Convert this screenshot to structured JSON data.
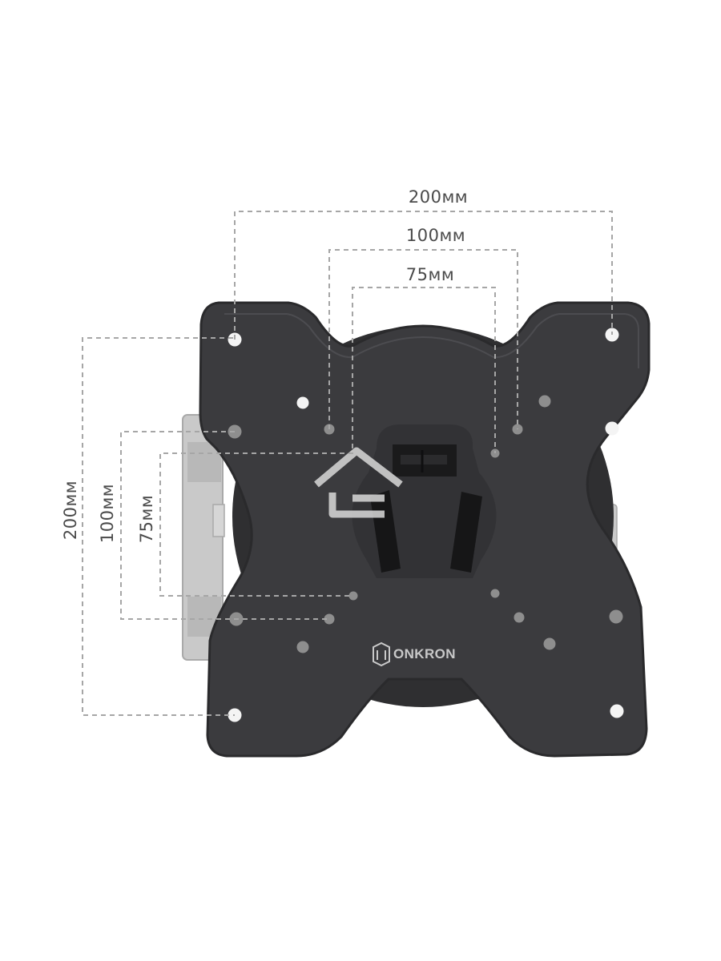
{
  "product": {
    "brand": "ONKRON",
    "plate_color": "#3b3b3e",
    "arm_color": "#c8c8c8",
    "hole_light_color": "#f4f4f4",
    "hole_dark_color": "#8e8e8e",
    "dim_line_color": "#a6a6a6"
  },
  "dimensions": {
    "horizontal": {
      "d200": "200мм",
      "d100": "100мм",
      "d75": "75мм"
    },
    "vertical": {
      "d200": "200мм",
      "d100": "100мм",
      "d75": "75мм"
    }
  }
}
